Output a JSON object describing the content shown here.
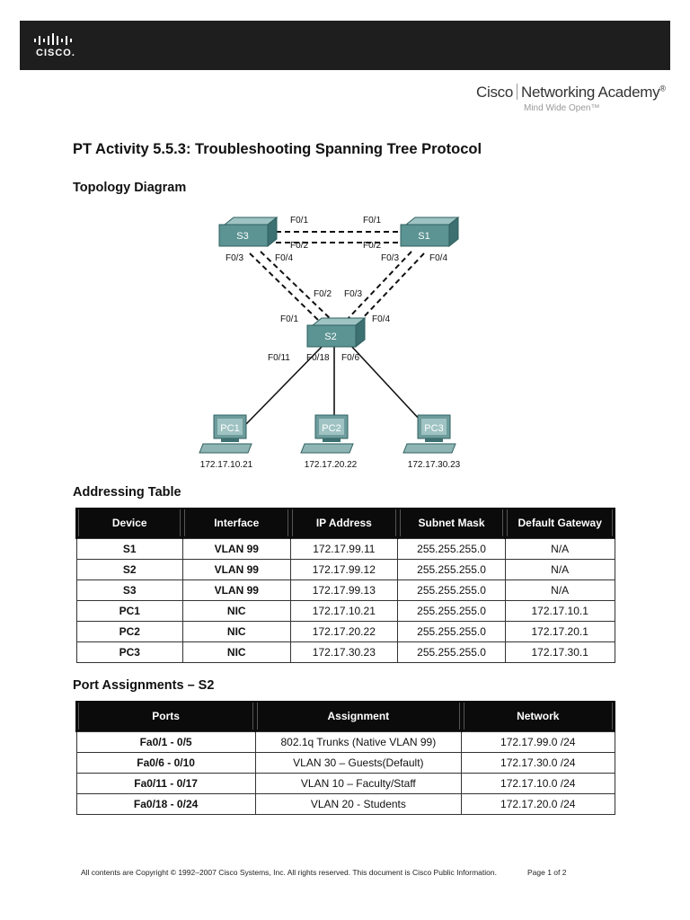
{
  "header": {
    "logo_text": "CISCO.",
    "academy_brand": "Cisco",
    "academy_name": "Networking Academy",
    "academy_mark": "®",
    "academy_tagline": "Mind Wide Open™"
  },
  "document": {
    "title": "PT Activity 5.5.3: Troubleshooting Spanning Tree Protocol",
    "topology_heading": "Topology Diagram",
    "addressing_heading": "Addressing Table",
    "ports_heading": "Port Assignments – S2"
  },
  "topology": {
    "switches": [
      "S3",
      "S1",
      "S2"
    ],
    "pcs": [
      "PC1",
      "PC2",
      "PC3"
    ],
    "pc_addresses": [
      "172.17.10.21",
      "172.17.20.22",
      "172.17.30.23"
    ],
    "port_labels": {
      "s3_f01": "F0/1",
      "s3_f02": "F0/2",
      "s3_f03": "F0/3",
      "s3_f04": "F0/4",
      "s1_f01": "F0/1",
      "s1_f02": "F0/2",
      "s1_f03": "F0/3",
      "s1_f04": "F0/4",
      "s2_f01": "F0/1",
      "s2_f02": "F0/2",
      "s2_f03": "F0/3",
      "s2_f04": "F0/4",
      "s2_f011": "F0/11",
      "s2_f018": "F0/18",
      "s2_f06": "F0/6"
    }
  },
  "addressing_table": {
    "columns": [
      "Device",
      "Interface",
      "IP Address",
      "Subnet Mask",
      "Default Gateway"
    ],
    "rows": [
      [
        "S1",
        "VLAN 99",
        "172.17.99.11",
        "255.255.255.0",
        "N/A"
      ],
      [
        "S2",
        "VLAN 99",
        "172.17.99.12",
        "255.255.255.0",
        "N/A"
      ],
      [
        "S3",
        "VLAN 99",
        "172.17.99.13",
        "255.255.255.0",
        "N/A"
      ],
      [
        "PC1",
        "NIC",
        "172.17.10.21",
        "255.255.255.0",
        "172.17.10.1"
      ],
      [
        "PC2",
        "NIC",
        "172.17.20.22",
        "255.255.255.0",
        "172.17.20.1"
      ],
      [
        "PC3",
        "NIC",
        "172.17.30.23",
        "255.255.255.0",
        "172.17.30.1"
      ]
    ]
  },
  "port_table": {
    "columns": [
      "Ports",
      "Assignment",
      "Network"
    ],
    "rows": [
      [
        "Fa0/1 - 0/5",
        "802.1q Trunks (Native VLAN 99)",
        "172.17.99.0 /24"
      ],
      [
        "Fa0/6 - 0/10",
        "VLAN 30 – Guests(Default)",
        "172.17.30.0 /24"
      ],
      [
        "Fa0/11 - 0/17",
        "VLAN 10 – Faculty/Staff",
        "172.17.10.0 /24"
      ],
      [
        "Fa0/18 - 0/24",
        "VLAN 20 - Students",
        "172.17.20.0 /24"
      ]
    ]
  },
  "footer": {
    "copyright": "All contents are Copyright © 1992–2007 Cisco Systems, Inc. All rights reserved. This document is Cisco Public Information.",
    "page": "Page 1 of 2"
  }
}
